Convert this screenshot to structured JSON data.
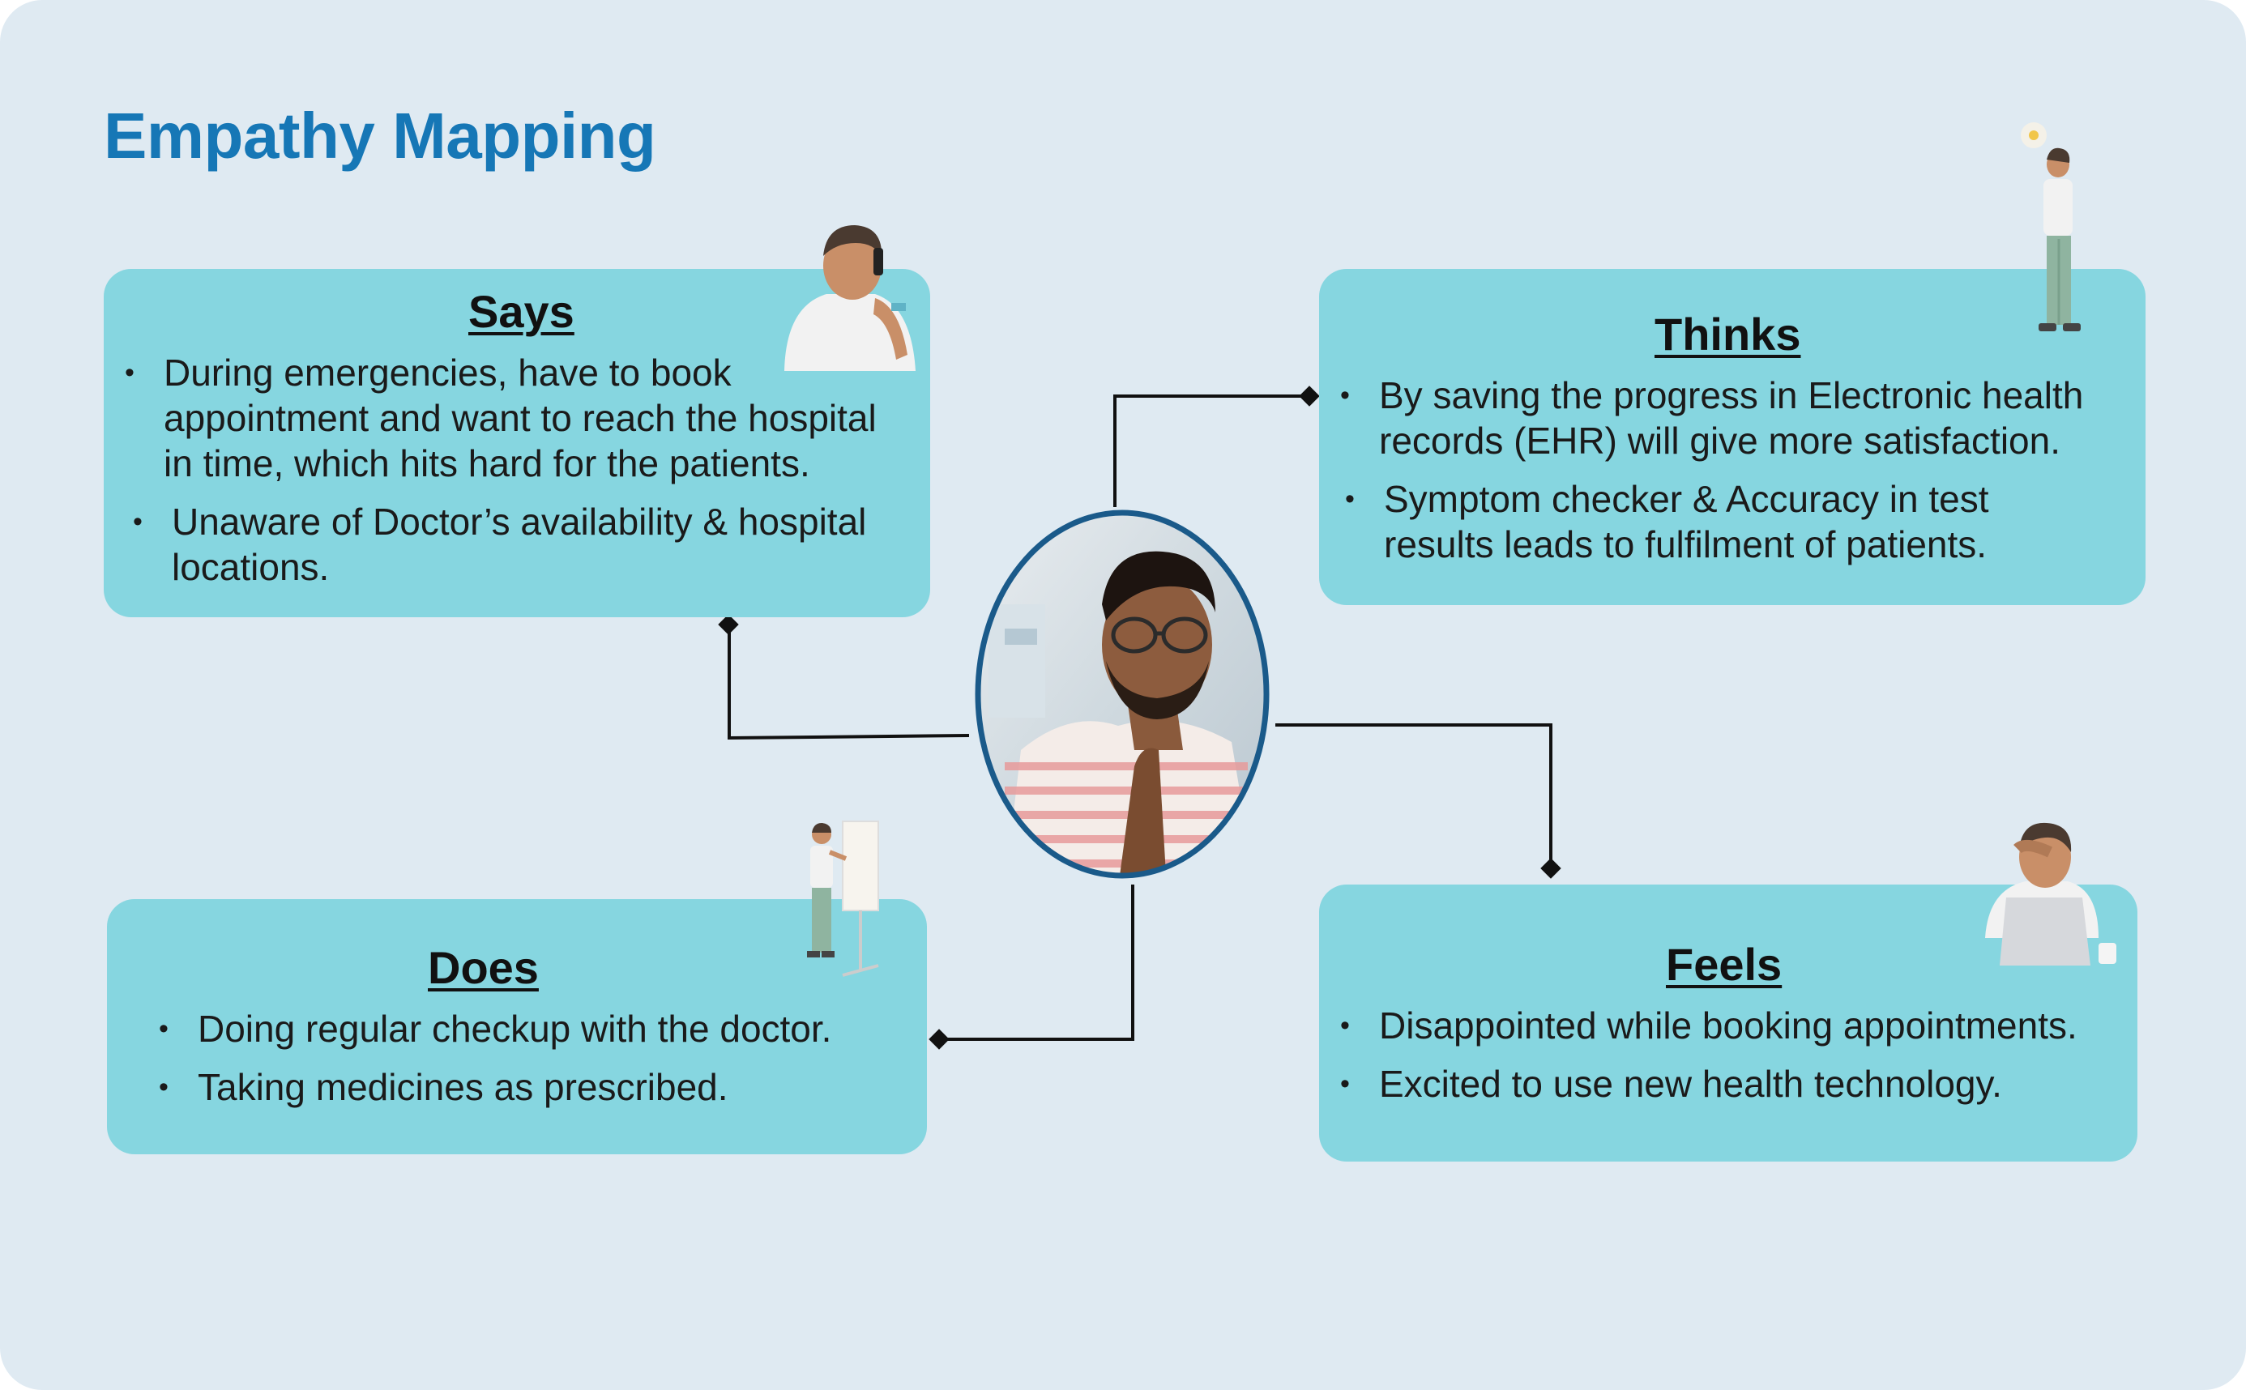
{
  "title": "Empathy Mapping",
  "cards": {
    "says": {
      "heading": "Says",
      "items": [
        "During emergencies, have to book appointment and want to reach the hospital in time, which hits hard for the patients.",
        "Unaware of Doctor’s availability & hospital locations."
      ]
    },
    "thinks": {
      "heading": "Thinks",
      "items": [
        "By saving the progress in Electronic health records (EHR) will give more satisfaction.",
        "Symptom checker & Accuracy in test results leads to fulfilment of patients."
      ]
    },
    "does": {
      "heading": "Does",
      "items": [
        "Doing regular checkup with the doctor.",
        "Taking medicines as prescribed."
      ]
    },
    "feels": {
      "heading": "Feels",
      "items": [
        "Disappointed while booking appointments.",
        "Excited to use new health technology."
      ]
    }
  },
  "colors": {
    "background": "#dfeaf2",
    "title": "#1677b6",
    "card": "#86d6e0",
    "persona_border": "#1a5a8a",
    "connector": "#111111"
  },
  "icons": {
    "persona": "persona-photo",
    "says": "person-on-phone-figure",
    "thinks": "person-thinking-figure",
    "does": "person-presenting-figure",
    "feels": "stressed-person-laptop-figure"
  }
}
